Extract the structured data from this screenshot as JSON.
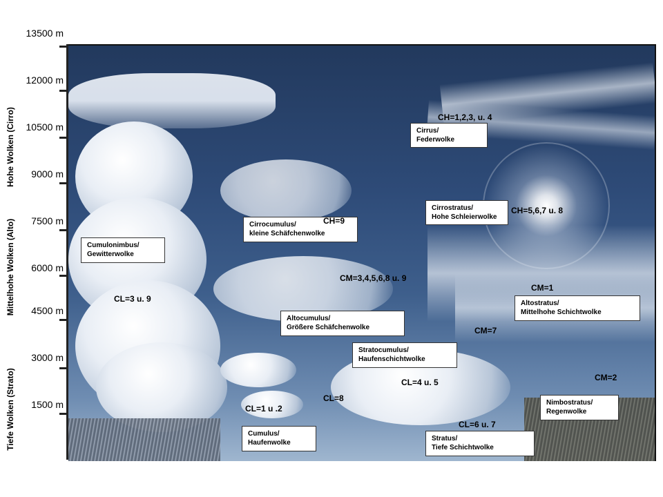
{
  "altitudes": [
    "13500 m",
    "12000 m",
    "10500 m",
    "9000 m",
    "7500 m",
    "6000 m",
    "4500 m",
    "3000 m",
    "1500 m"
  ],
  "zones": {
    "high": "Hohe Wolken (Cirro)",
    "mid": "Mittelhohe Wolken (Alto)",
    "low": "Tiefe Wolken (Strato)"
  },
  "clouds": {
    "cirrus": {
      "name": "Cirrus/",
      "desc": "Federwolke",
      "code": "CH=1,2,3, u. 4"
    },
    "cirrostratus": {
      "name": "Cirrostratus/",
      "desc": "Hohe Schleierwolke",
      "code": "CH=5,6,7 u. 8"
    },
    "cirrocumulus": {
      "name": "Cirrocumulus/",
      "desc": "kleine Schäfchenwolke",
      "code": "CH=9"
    },
    "cumulonimbus": {
      "name": "Cumulonimbus/",
      "desc": "Gewitterwolke",
      "code": "CL=3 u. 9"
    },
    "altocumulus": {
      "name": "Altocumulus/",
      "desc": "Größere Schäfchenwolke",
      "code": "CM=3,4,5,6,8 u. 9"
    },
    "altostratus": {
      "name": "Altostratus/",
      "desc": "Mittelhohe Schichtwolke",
      "code": "CM=1"
    },
    "stratocumulus": {
      "name": "Stratocumulus/",
      "desc": "Haufenschichtwolke",
      "code": "CM=7"
    },
    "nimbostratus": {
      "name": "Nimbostratus/",
      "desc": "Regenwolke",
      "code": "CM=2"
    },
    "cumulus": {
      "name": "Cumulus/",
      "desc": "Haufenwolke",
      "code": "CL=1 u .2"
    },
    "stratus": {
      "name": "Stratus/",
      "desc": "Tiefe Schichtwolke",
      "code": "CL=6 u. 7"
    }
  },
  "extra_codes": {
    "cl8": "CL=8",
    "cl45": "CL=4 u. 5"
  }
}
